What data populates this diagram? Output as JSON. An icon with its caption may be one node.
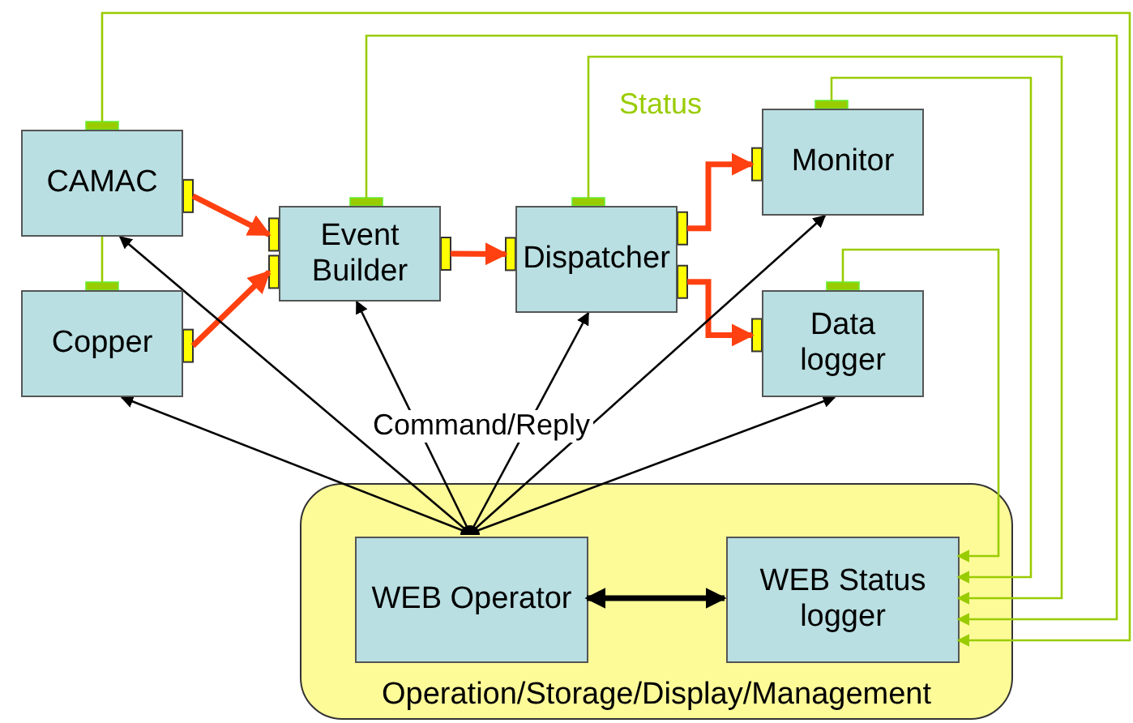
{
  "diagram": {
    "nodes": [
      {
        "text": [
          "CAMAC"
        ]
      },
      {
        "text": [
          "Copper"
        ]
      },
      {
        "text": [
          "Event Builder"
        ]
      },
      {
        "text": [
          "Dispatcher"
        ]
      },
      {
        "text": [
          "Monitor"
        ]
      },
      {
        "text": [
          "Data logger"
        ]
      },
      {
        "text": [
          "Operation/Storage/Display/Management"
        ]
      },
      {
        "text": [
          "WEB Operator"
        ],
        "in": 6
      },
      {
        "text": [
          "WEB Status logger"
        ],
        "in": 6
      }
    ],
    "edges": [
      {
        "from": 0,
        "to": 2,
        "arrow": "to",
        "style": "thick",
        "color": "#ff4010"
      },
      {
        "from": 1,
        "to": 2,
        "arrow": "to",
        "style": "thick",
        "color": "#ff4010"
      },
      {
        "from": 2,
        "to": 3,
        "arrow": "to",
        "style": "thick",
        "color": "#ff4010"
      },
      {
        "from": 3,
        "to": 4,
        "arrow": "to",
        "style": "thick",
        "color": "#ff4010"
      },
      {
        "from": 3,
        "to": 5,
        "arrow": "to",
        "style": "thick",
        "color": "#ff4010"
      },
      {
        "from": 7,
        "to": 0,
        "arrow": "to"
      },
      {
        "from": 7,
        "to": 1,
        "arrow": "to"
      },
      {
        "from": 7,
        "to": 2,
        "arrow": "to"
      },
      {
        "from": 7,
        "to": 3,
        "arrow": "to"
      },
      {
        "from": 7,
        "to": 4,
        "arrow": "to"
      },
      {
        "from": 7,
        "to": 5,
        "arrow": "to"
      },
      {
        "from": 7,
        "to": 8,
        "arrow": "both",
        "style": "thick"
      },
      {
        "from": 1,
        "to": 0,
        "arrow": "none",
        "color": "#99cc00"
      },
      {
        "from": 0,
        "to": 8,
        "arrow": "to",
        "color": "#99cc00"
      },
      {
        "from": 2,
        "to": 8,
        "arrow": "to",
        "color": "#99cc00"
      },
      {
        "from": 3,
        "to": 8,
        "arrow": "to",
        "color": "#99cc00"
      },
      {
        "from": 4,
        "to": 8,
        "arrow": "to",
        "color": "#99cc00"
      },
      {
        "from": 5,
        "to": 8,
        "arrow": "to",
        "color": "#99cc00"
      }
    ],
    "labels": [
      "Status",
      "Command/Reply"
    ]
  }
}
